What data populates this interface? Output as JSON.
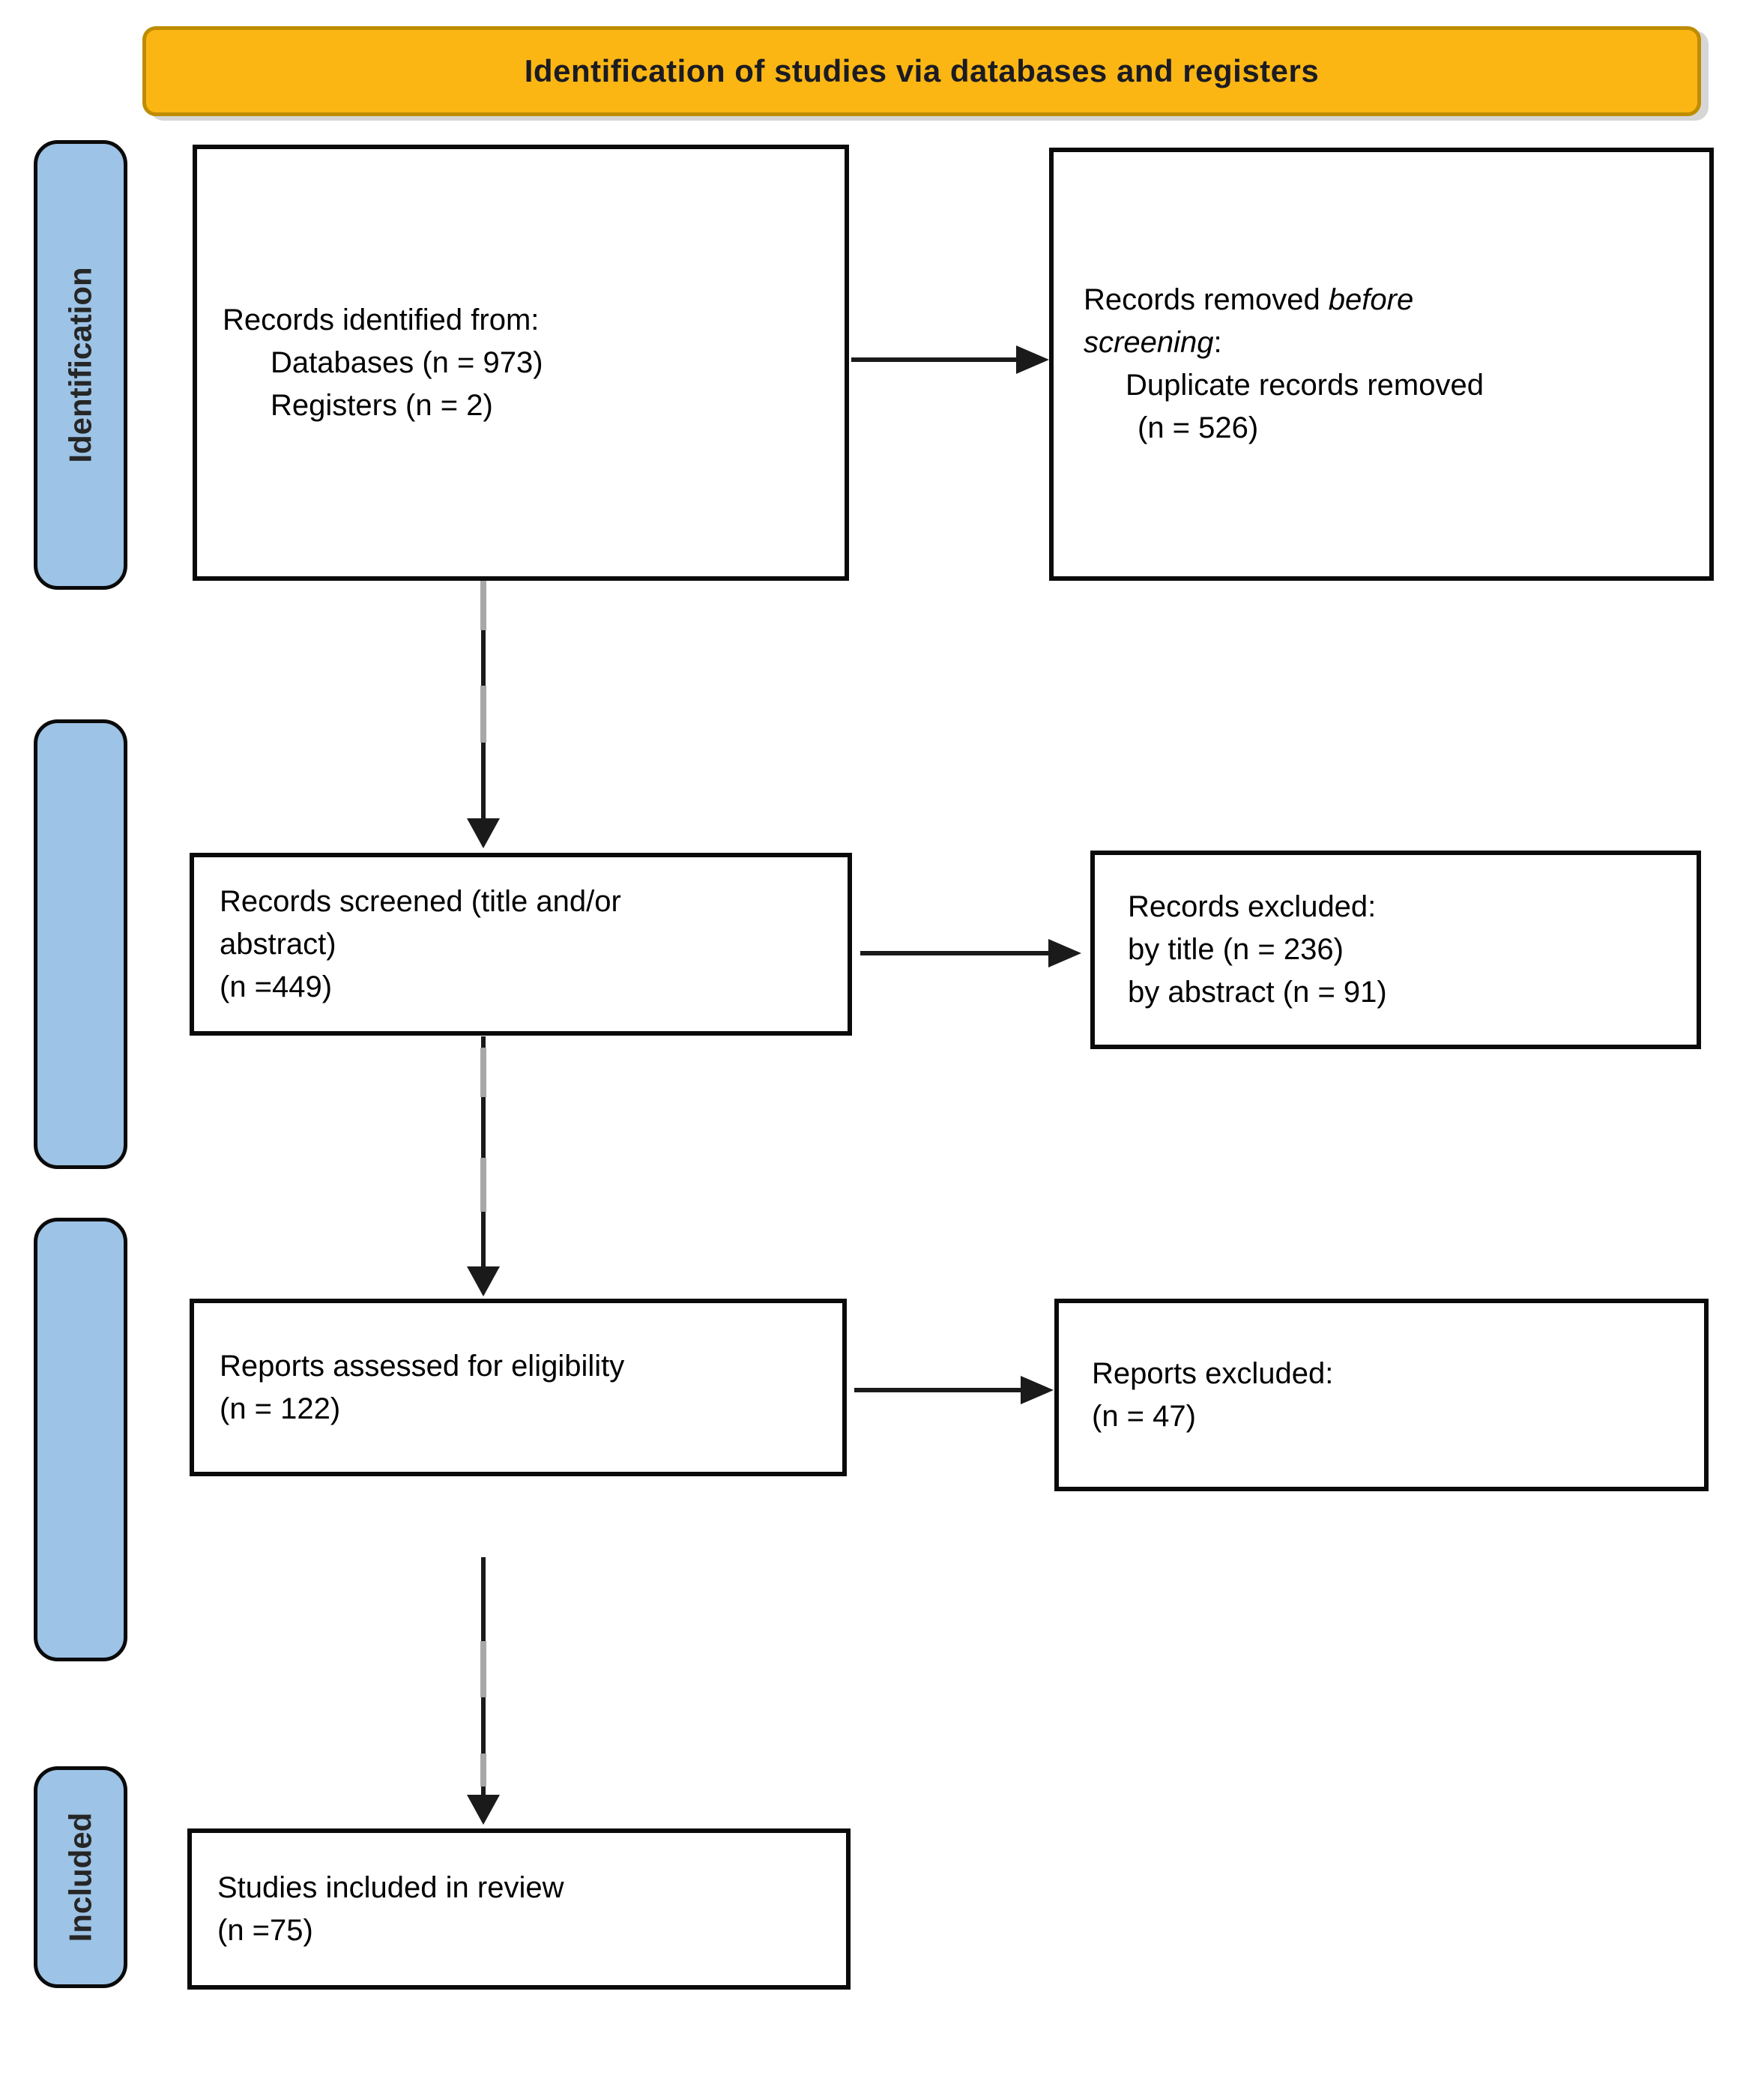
{
  "banner": {
    "title": "Identification of studies via databases and registers"
  },
  "sidebar": {
    "identification_label": "Identification",
    "included_label": "Included"
  },
  "boxes": {
    "records_identified": {
      "line1": "Records identified from:",
      "line2": "Databases (n = 973)",
      "line3": "Registers (n = 2)"
    },
    "records_removed": {
      "line1_pre": "Records removed ",
      "line1_italic": "before screening",
      "line1_post": ":",
      "line2": "Duplicate records removed",
      "line3": "(n = 526)"
    },
    "records_screened": {
      "line1": "Records screened (title and/or",
      "line2": "abstract)",
      "line3": "(n =449)"
    },
    "records_excluded": {
      "line1": "Records excluded:",
      "line2": "by title (n = 236)",
      "line3": "by abstract (n = 91)"
    },
    "reports_assessed": {
      "line1": "Reports assessed for eligibility",
      "line2": "(n = 122)"
    },
    "reports_excluded": {
      "line1": "Reports excluded:",
      "line2": "(n = 47)"
    },
    "studies_included": {
      "line1": "Studies included in review",
      "line2": "(n =75)"
    }
  },
  "colors": {
    "banner_fill": "#FBB614",
    "banner_border": "#BE8C00",
    "banner_text": "#1B1B22",
    "sidebar_fill": "#9DC3E6",
    "sidebar_border": "#0A0A0A",
    "sidebar_text": "#262626",
    "box_border": "#0A0A0A",
    "text": "#000000",
    "arrow_gray": "#A8A8A8",
    "arrow_black": "#1A1A1A"
  }
}
